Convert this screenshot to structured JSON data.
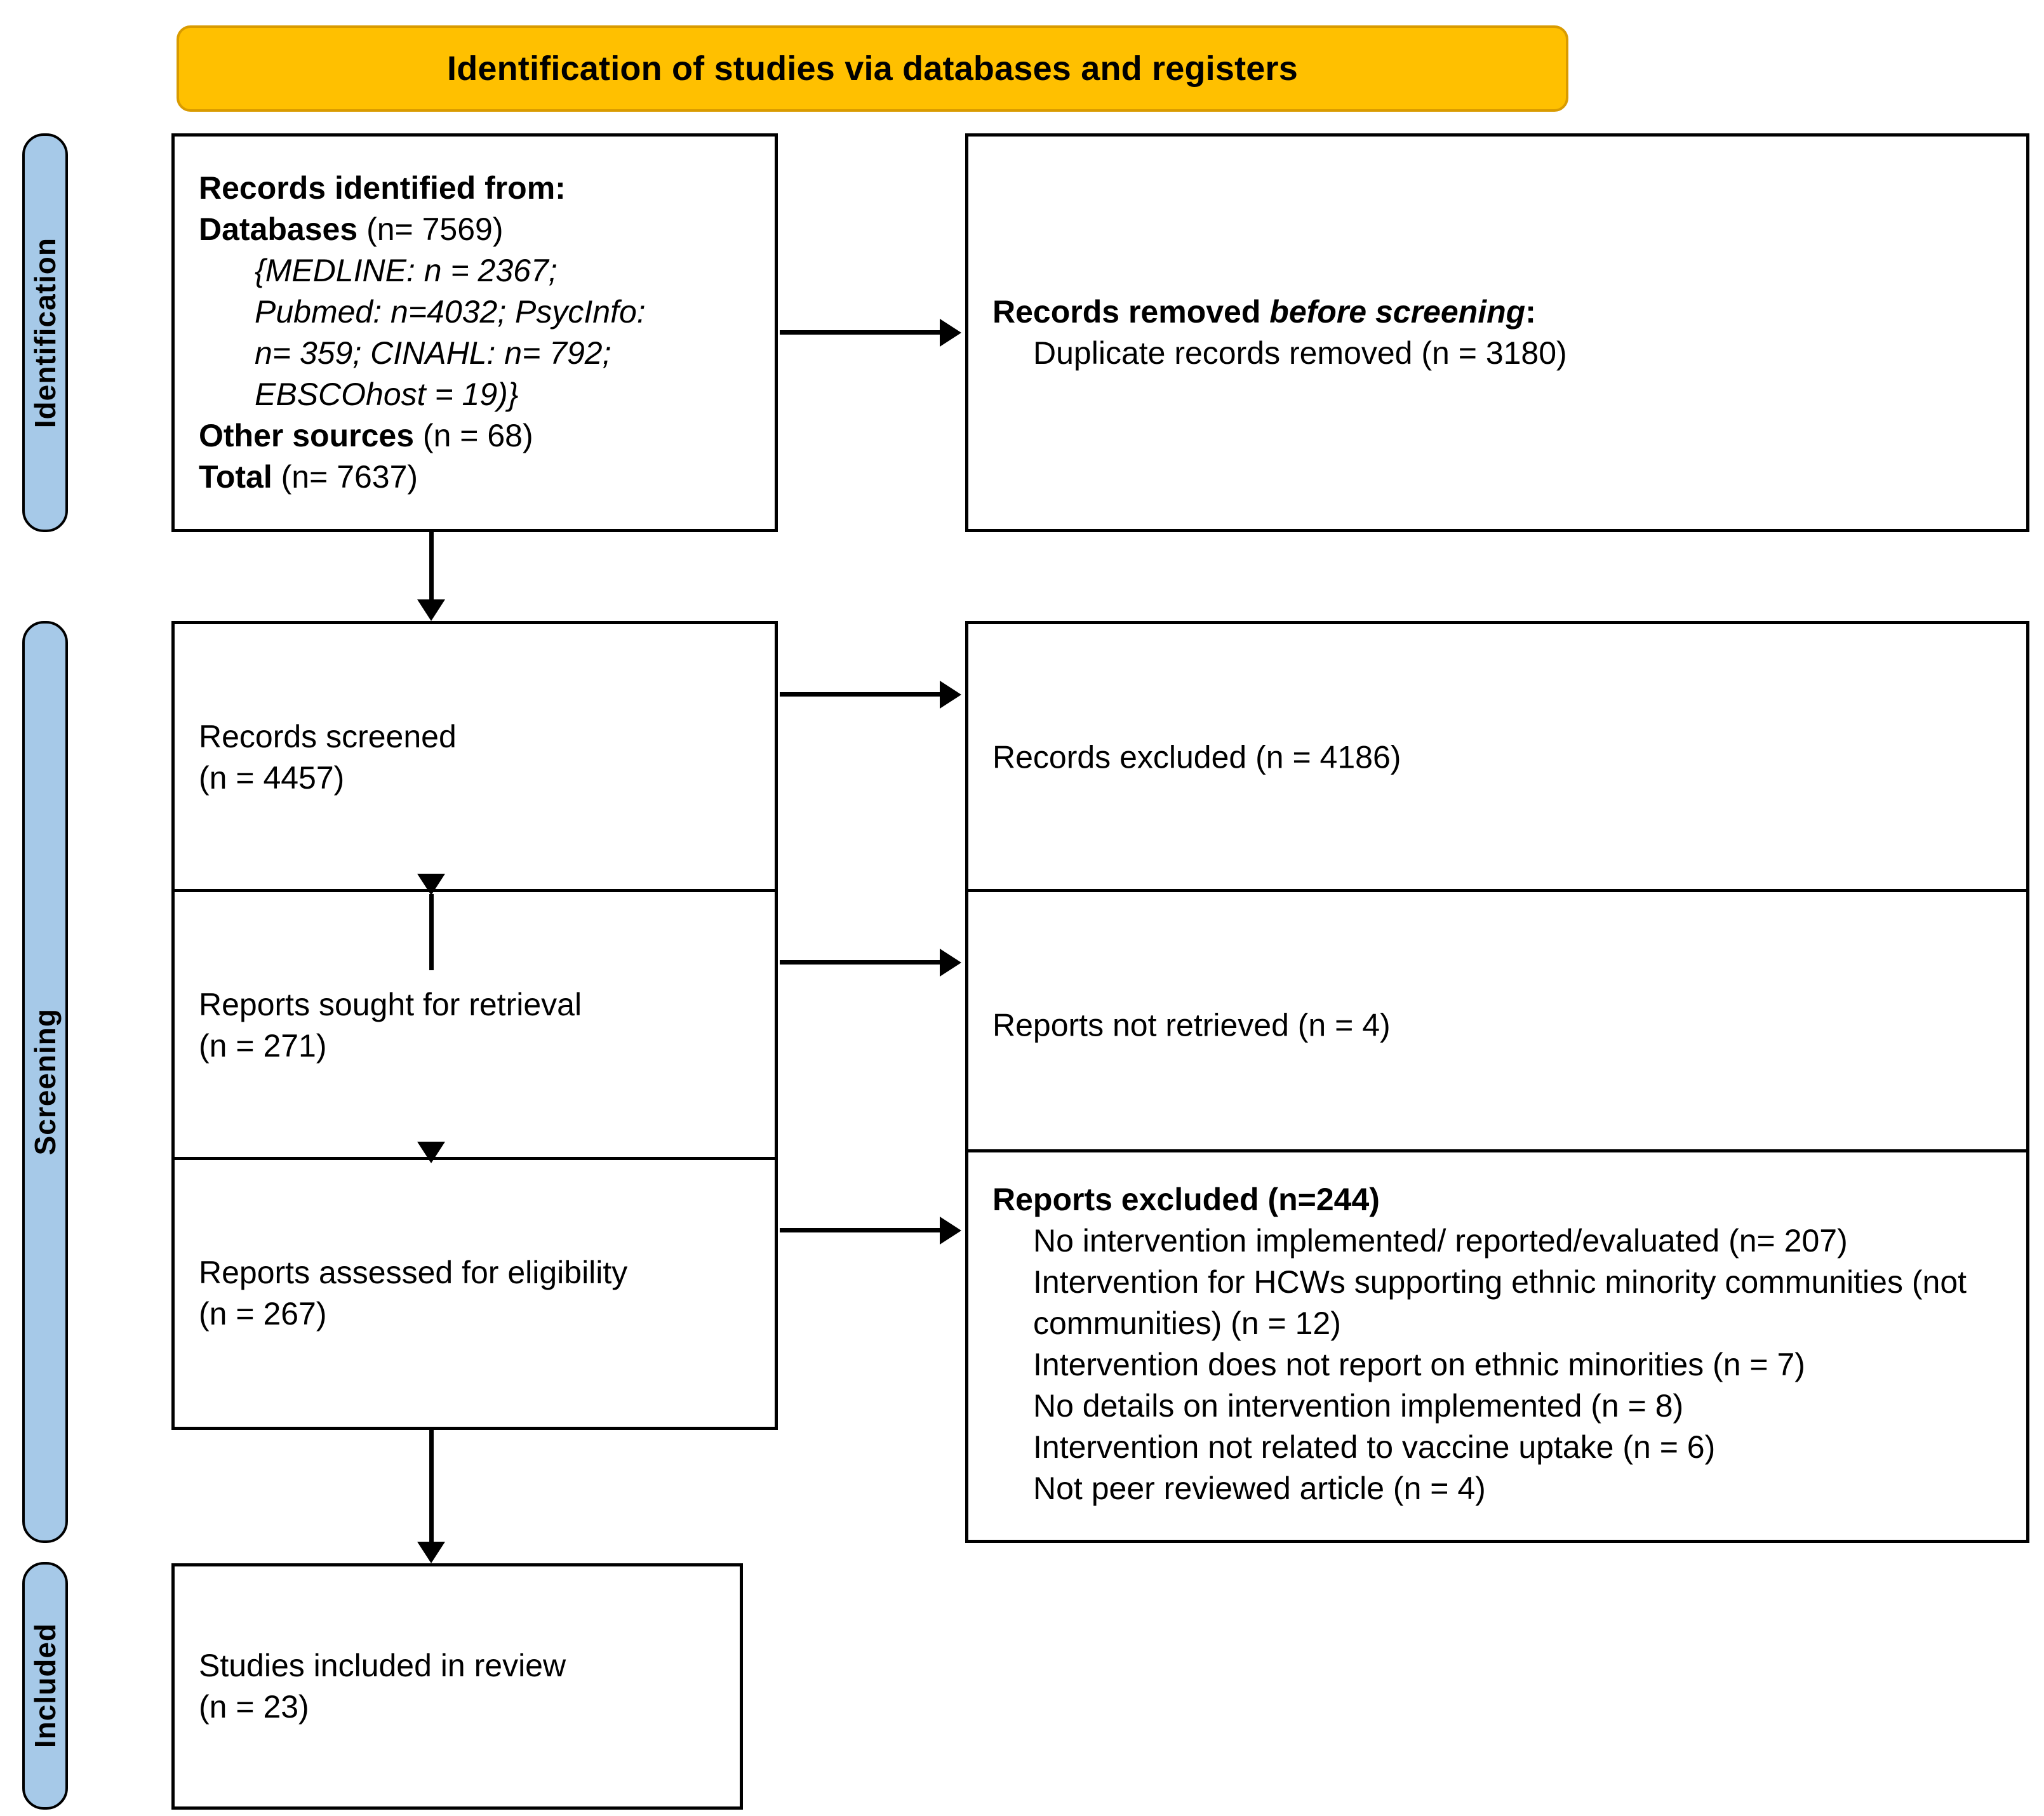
{
  "diagram": {
    "title": "Identification of studies via databases and registers",
    "colors": {
      "banner": "#FFC000",
      "banner_border": "#D99B00",
      "rail": "#A6C9E8",
      "box_border": "#000000"
    }
  },
  "rails": {
    "identification": "Identification",
    "screening": "Screening",
    "included": "Included"
  },
  "boxes": {
    "identified": {
      "heading": "Records identified from:",
      "databases_label": "Databases",
      "databases_count": "(n= 7569)",
      "detail_line1": "{MEDLINE: n = 2367;",
      "detail_line2": "Pubmed: n=4032; PsycInfo:",
      "detail_line3": "n= 359; CINAHL: n= 792;",
      "detail_line4": "EBSCOhost = 19)}",
      "other_label": "Other sources",
      "other_count": "(n = 68)",
      "total_label": "Total",
      "total_count": "(n= 7637)"
    },
    "removed": {
      "heading_plain": "Records removed ",
      "heading_italic": "before screening",
      "heading_colon": ":",
      "line1": "Duplicate records removed (n = 3180)"
    },
    "screened": {
      "line1": "Records screened",
      "line2": "(n = 4457)"
    },
    "records_excluded": {
      "line1": "Records excluded (n = 4186)"
    },
    "sought": {
      "line1": "Reports sought for retrieval",
      "line2": "(n = 271)"
    },
    "not_retrieved": {
      "line1": "Reports not retrieved (n = 4)"
    },
    "assessed": {
      "line1": "Reports assessed for eligibility",
      "line2": "(n = 267)"
    },
    "reports_excluded": {
      "heading": "Reports excluded (n=244)",
      "reasons": [
        "No intervention implemented/ reported/evaluated (n= 207)",
        "Intervention for HCWs supporting ethnic minority communities (not communities) (n = 12)",
        "Intervention does not report on ethnic minorities (n = 7)",
        "No details on intervention implemented (n = 8)",
        "Intervention not related to vaccine uptake (n = 6)",
        "Not peer reviewed article (n = 4)"
      ]
    },
    "included": {
      "line1": "Studies included in review",
      "line2": "(n = 23)"
    }
  },
  "chart_data": {
    "type": "diagram",
    "title": "Identification of studies via databases and registers",
    "nodes": [
      {
        "id": "identified",
        "stage": "Identification",
        "label": "Records identified from: Databases (n= 7569) {MEDLINE: n = 2367; Pubmed: n=4032; PsycInfo: n= 359; CINAHL: n= 792; EBSCOhost = 19)} Other sources (n = 68) Total (n= 7637)",
        "value": 7637
      },
      {
        "id": "removed",
        "stage": "Identification",
        "label": "Records removed before screening: Duplicate records removed (n = 3180)",
        "value": 3180
      },
      {
        "id": "screened",
        "stage": "Screening",
        "label": "Records screened",
        "value": 4457
      },
      {
        "id": "records_excluded",
        "stage": "Screening",
        "label": "Records excluded",
        "value": 4186
      },
      {
        "id": "sought",
        "stage": "Screening",
        "label": "Reports sought for retrieval",
        "value": 271
      },
      {
        "id": "not_retrieved",
        "stage": "Screening",
        "label": "Reports not retrieved",
        "value": 4
      },
      {
        "id": "assessed",
        "stage": "Screening",
        "label": "Reports assessed for eligibility",
        "value": 267
      },
      {
        "id": "reports_excluded",
        "stage": "Screening",
        "label": "Reports excluded",
        "value": 244
      },
      {
        "id": "included",
        "stage": "Included",
        "label": "Studies included in review",
        "value": 23
      }
    ],
    "edges": [
      {
        "from": "identified",
        "to": "removed"
      },
      {
        "from": "identified",
        "to": "screened"
      },
      {
        "from": "screened",
        "to": "records_excluded"
      },
      {
        "from": "screened",
        "to": "sought"
      },
      {
        "from": "sought",
        "to": "not_retrieved"
      },
      {
        "from": "sought",
        "to": "assessed"
      },
      {
        "from": "assessed",
        "to": "reports_excluded"
      },
      {
        "from": "assessed",
        "to": "included"
      }
    ],
    "database_breakdown": {
      "MEDLINE": 2367,
      "Pubmed": 4032,
      "PsycInfo": 359,
      "CINAHL": 792,
      "EBSCOhost": 19
    },
    "exclusion_breakdown": {
      "No intervention implemented/ reported/evaluated": 207,
      "Intervention for HCWs supporting ethnic minority communities (not communities)": 12,
      "Intervention does not report on ethnic minorities": 7,
      "No details on intervention implemented": 8,
      "Intervention not related to vaccine uptake": 6,
      "Not peer reviewed article": 4
    }
  }
}
